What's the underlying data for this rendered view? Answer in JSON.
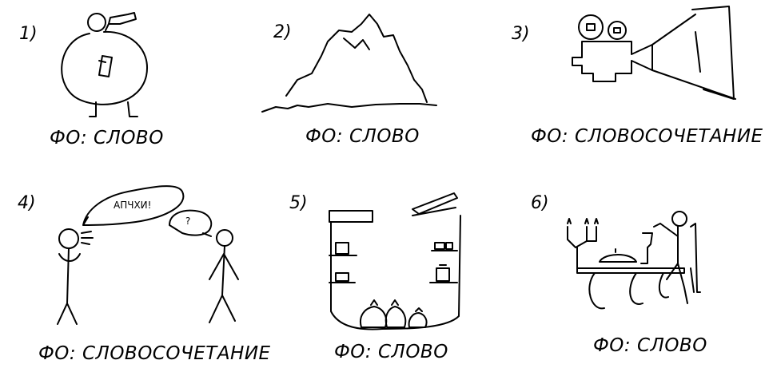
{
  "panels": [
    {
      "number": "1)",
      "caption": "ФО: СЛОВО"
    },
    {
      "number": "2)",
      "caption": "ФО: СЛОВО"
    },
    {
      "number": "3)",
      "caption": "ФО: СЛОВОСОЧЕТАНИЕ"
    },
    {
      "number": "4)",
      "caption": "ФО: СЛОВОСОЧЕТАНИЕ",
      "speech": "АПЧХИ!",
      "thought": "?"
    },
    {
      "number": "5)",
      "caption": "ФО: СЛОВО"
    },
    {
      "number": "6)",
      "caption": "ФО: СЛОВО"
    }
  ],
  "colors": {
    "ink": "#000000",
    "background": "#ffffff"
  }
}
